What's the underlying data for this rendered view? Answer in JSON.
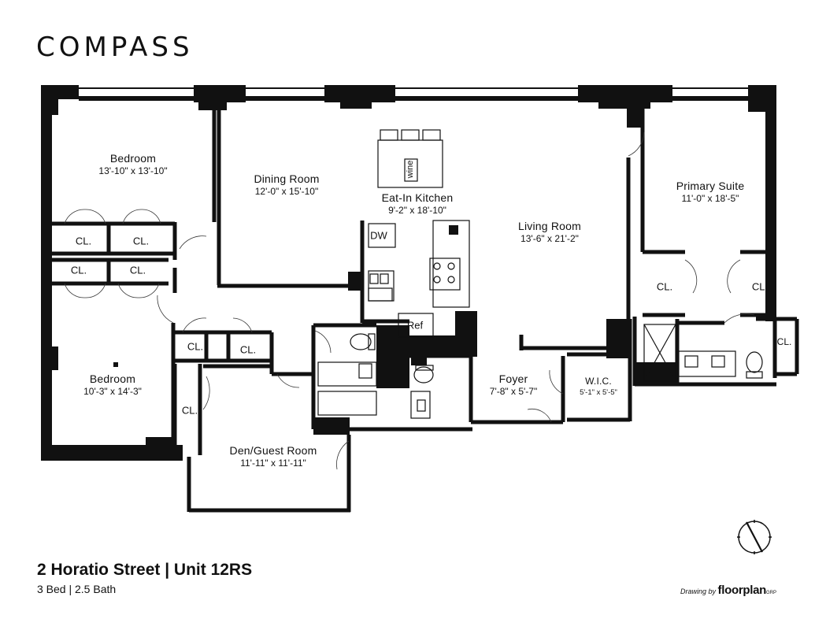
{
  "brand": "COMPASS",
  "listing": {
    "address": "2 Horatio Street | Unit 12RS",
    "summary": "3 Bed | 2.5 Bath"
  },
  "credit": {
    "prefix": "Drawing by",
    "name": "floorplan",
    "suffix": "GRP"
  },
  "rooms": {
    "bedroom1": {
      "name": "Bedroom",
      "dims": "13'-10\" x 13'-10\""
    },
    "dining": {
      "name": "Dining Room",
      "dims": "12'-0\" x 15'-10\""
    },
    "kitchen": {
      "name": "Eat-In Kitchen",
      "dims": "9'-2\" x 18'-10\""
    },
    "living": {
      "name": "Living Room",
      "dims": "13'-6\" x 21'-2\""
    },
    "primary": {
      "name": "Primary Suite",
      "dims": "11'-0\" x 18'-5\""
    },
    "bedroom2": {
      "name": "Bedroom",
      "dims": "10'-3\" x 14'-3\""
    },
    "den": {
      "name": "Den/Guest Room",
      "dims": "11'-11\" x 11'-11\""
    },
    "foyer": {
      "name": "Foyer",
      "dims": "7'-8\" x 5'-7\""
    },
    "wic": {
      "name": "W.I.C.",
      "dims": "5'-1\" x 5'-5\""
    }
  },
  "fixtures": {
    "closet": "CL.",
    "dishwasher": "DW",
    "refrigerator": "Ref",
    "wine": "wine"
  }
}
